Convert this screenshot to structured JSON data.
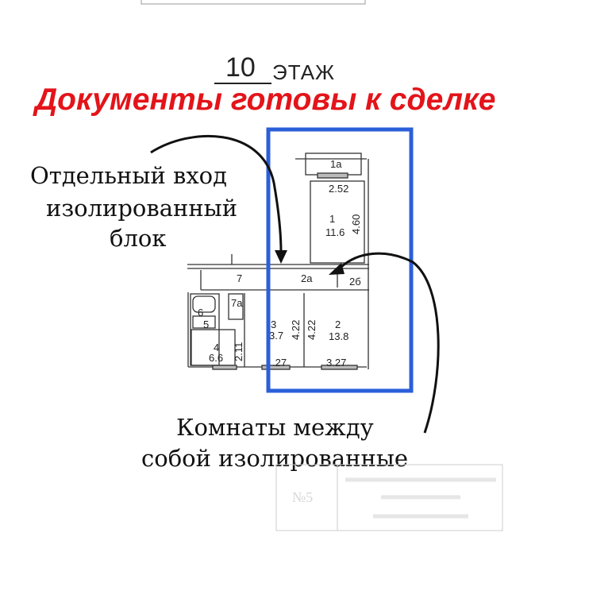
{
  "header": {
    "floor_number": "10",
    "floor_word": "ЭТАЖ",
    "headline": "Документы готовы к сделке"
  },
  "colors": {
    "headline": "#e3141a",
    "highlight_frame": "#2b5fd9"
  },
  "notes": {
    "entrance": [
      "Отдельный вход",
      "изолированный",
      "блок"
    ],
    "rooms": [
      "Комнаты между",
      "собой изолированные"
    ]
  },
  "floor_plan": {
    "rooms": [
      {
        "id": "1a"
      },
      {
        "id": "1",
        "area": "11.6",
        "dims": [
          "2.52",
          "4.60"
        ]
      },
      {
        "id": "2a"
      },
      {
        "id": "2б"
      },
      {
        "id": "2",
        "area": "13.8",
        "dims": [
          "4.22",
          "3.27"
        ]
      },
      {
        "id": "3",
        "area": "3.7",
        "dims": [
          "4.22",
          ".27"
        ]
      },
      {
        "id": "4",
        "area": "6.6",
        "dims": [
          "2.11"
        ]
      },
      {
        "id": "5"
      },
      {
        "id": "6"
      },
      {
        "id": "7"
      },
      {
        "id": "7a"
      }
    ]
  },
  "stamp": {
    "number": "№5"
  }
}
